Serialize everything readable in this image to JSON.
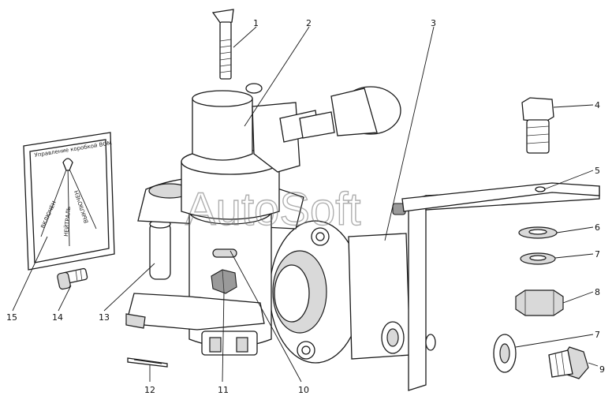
{
  "watermark": "AutoSoft",
  "callouts": [
    {
      "id": "1",
      "label": "1"
    },
    {
      "id": "2",
      "label": "2"
    },
    {
      "id": "3",
      "label": "3"
    },
    {
      "id": "4",
      "label": "4"
    },
    {
      "id": "5",
      "label": "5"
    },
    {
      "id": "6",
      "label": "6"
    },
    {
      "id": "7a",
      "label": "7"
    },
    {
      "id": "8",
      "label": "8"
    },
    {
      "id": "7b",
      "label": "7"
    },
    {
      "id": "9",
      "label": "9"
    },
    {
      "id": "10",
      "label": "10"
    },
    {
      "id": "11",
      "label": "11"
    },
    {
      "id": "12",
      "label": "12"
    },
    {
      "id": "13",
      "label": "13"
    },
    {
      "id": "14",
      "label": "14"
    },
    {
      "id": "15",
      "label": "15"
    }
  ],
  "plate": {
    "heading": "Управление коробкой ВОМ",
    "lines": [
      "ВКЛЮЧЕН",
      "НЕЙТРАЛЬ",
      "ВЫКЛЮЧЕН"
    ]
  },
  "colors": {
    "line": "#1a1a1a",
    "shade": "#d9d9d9",
    "watermark": "#6e6e6e"
  }
}
